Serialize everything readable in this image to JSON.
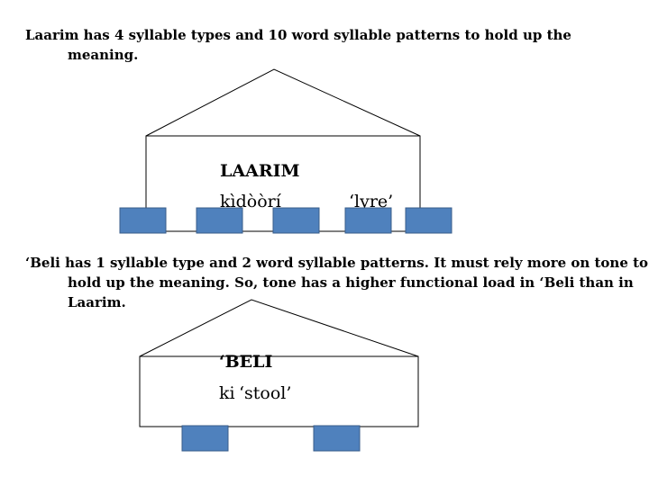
{
  "laarim": {
    "description": "Laarim has 4 syllable types and 10 word syllable patterns to hold up the meaning.",
    "language": "LAARIM",
    "word": "kìḍòòrí",
    "gloss": "‘lyre’"
  },
  "beli": {
    "description": "‘Beli has 1 syllable type and 2 word syllable patterns. It must rely more on tone to hold up the meaning. So, tone has a higher functional load in ‘Beli than in Laarim.",
    "language": "‘BELI",
    "word": "ki",
    "gloss": "‘stool’"
  },
  "colors": {
    "block_fill": "#4f81bd",
    "block_stroke": "#385d8a",
    "line": "#000000"
  }
}
